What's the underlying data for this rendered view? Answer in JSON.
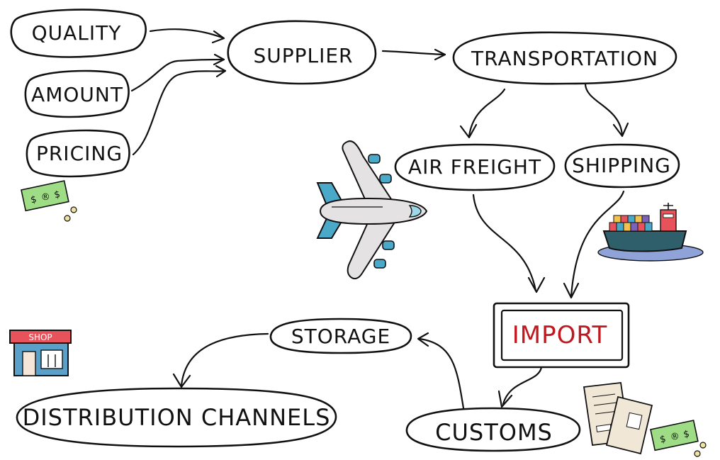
{
  "nodes": {
    "quality": "QUALITY",
    "amount": "AMOUNT",
    "pricing": "PRICING",
    "supplier": "SUPPLIER",
    "transportation": "TRANSPORTATION",
    "air_freight": "AIR FREIGHT",
    "shipping": "SHIPPING",
    "import": "IMPORT",
    "customs": "CUSTOMS",
    "storage": "STORAGE",
    "distribution_channels": "DISTRIBUTION CHANNELS"
  },
  "illustrations": {
    "shop_sign": "SHOP",
    "banknote_symbols": [
      "$",
      "®",
      "$"
    ]
  },
  "colors": {
    "import_text": "#c0181f",
    "plane_accent": "#4aa8c8",
    "ship_hull": "#2f5f6a",
    "shop_awning": "#e8525a",
    "money_green": "#9fdc86",
    "water": "#8fa3d8"
  },
  "icons": [
    "airplane-icon",
    "cargo-ship-icon",
    "shop-icon",
    "banknote-icon",
    "documents-icon"
  ]
}
